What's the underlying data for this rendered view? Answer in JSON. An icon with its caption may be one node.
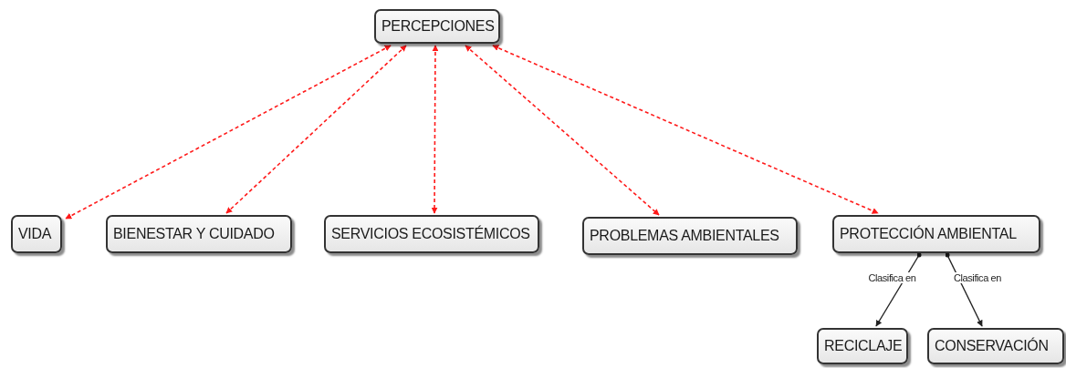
{
  "diagram": {
    "nodes": [
      {
        "text": [
          "PERCEPCIONES"
        ]
      },
      {
        "text": [
          "VIDA"
        ]
      },
      {
        "text": [
          "BIENESTAR Y CUIDADO"
        ]
      },
      {
        "text": [
          "SERVICIOS ECOSISTÉMICOS"
        ]
      },
      {
        "text": [
          "PROBLEMAS AMBIENTALES"
        ]
      },
      {
        "text": [
          "PROTECCIÓN AMBIENTAL"
        ]
      },
      {
        "text": [
          "RECICLAJE"
        ]
      },
      {
        "text": [
          "CONSERVACIÓN"
        ]
      }
    ],
    "edges": [
      {
        "from": 0,
        "to": 1,
        "arrow": "both",
        "style": "dashed"
      },
      {
        "from": 0,
        "to": 2,
        "arrow": "both",
        "style": "dashed"
      },
      {
        "from": 0,
        "to": 3,
        "arrow": "both",
        "style": "dashed"
      },
      {
        "from": 0,
        "to": 4,
        "arrow": "both",
        "style": "dashed"
      },
      {
        "from": 0,
        "to": 5,
        "arrow": "both",
        "style": "dashed"
      },
      {
        "from": 5,
        "to": 6,
        "arrow": "to",
        "label": "Clasifica en",
        "color": "#222222"
      },
      {
        "from": 5,
        "to": 7,
        "arrow": "to",
        "label": "Clasifica en",
        "color": "#222222"
      }
    ]
  }
}
